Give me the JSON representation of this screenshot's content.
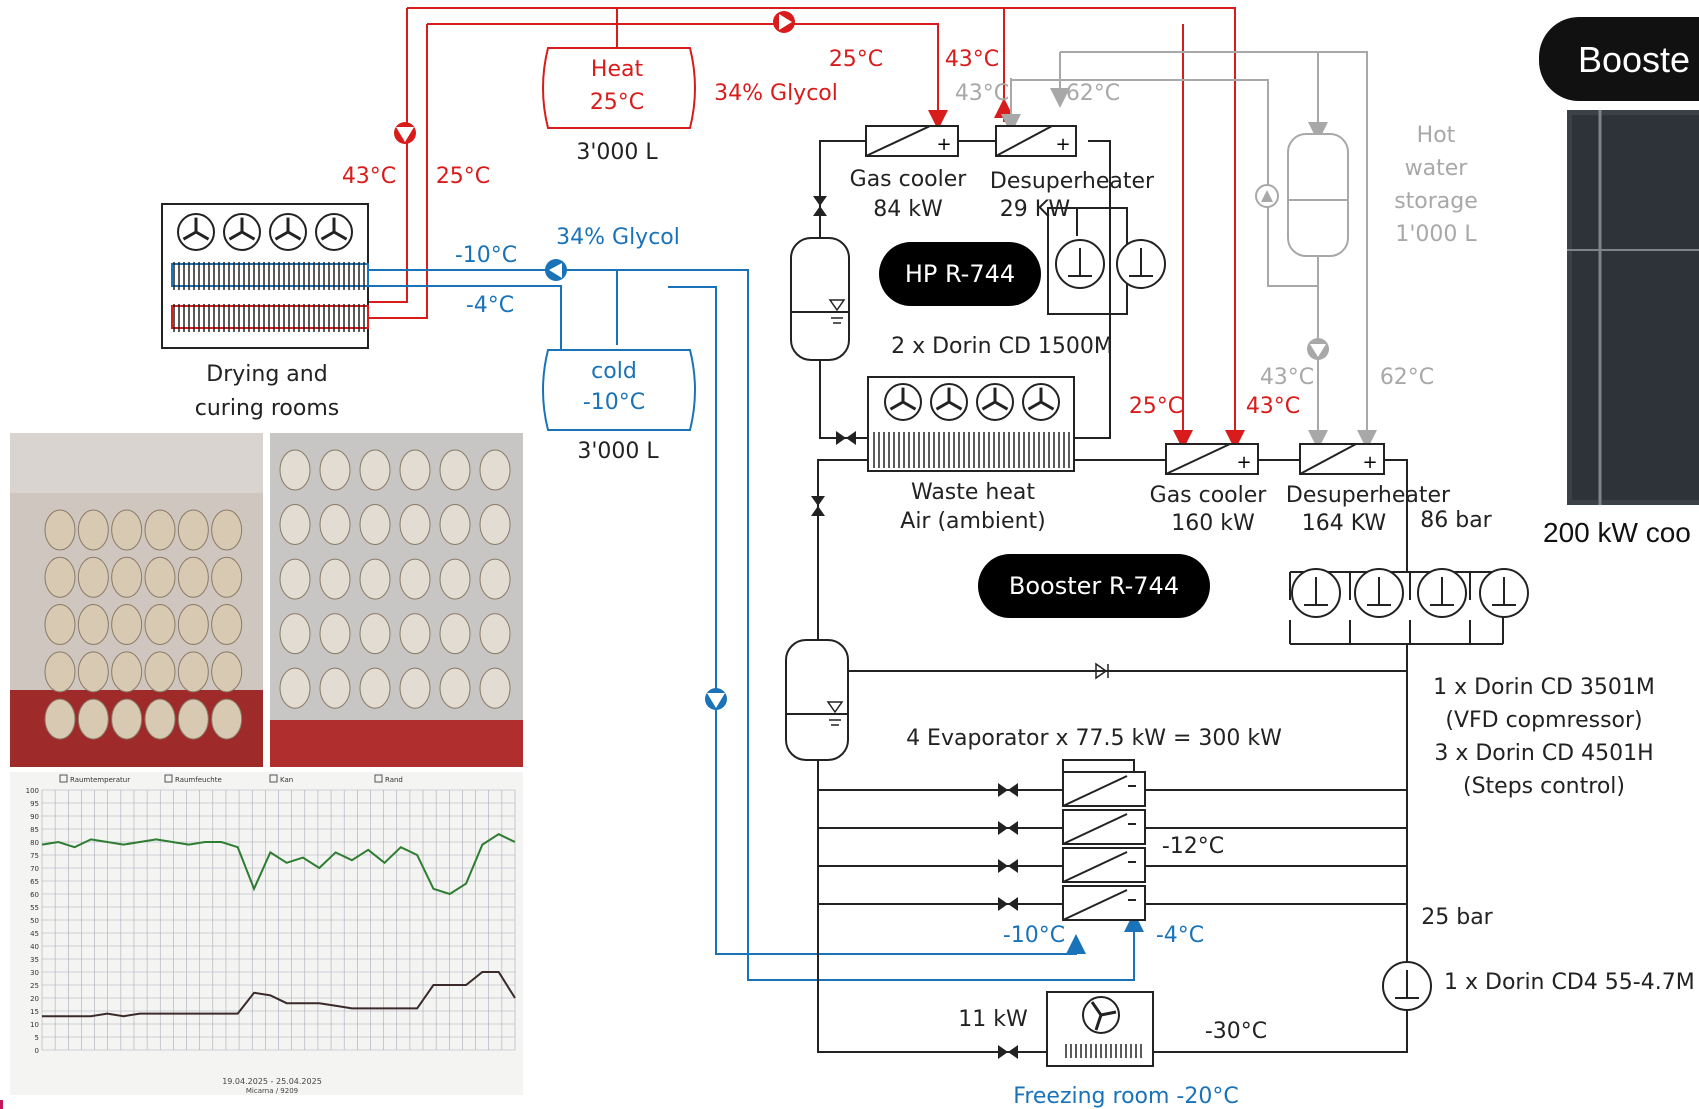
{
  "heat_tank": {
    "title": "Heat",
    "temp": "25°C",
    "volume": "3'000 L"
  },
  "cold_tank": {
    "title": "cold",
    "temp": "-10°C",
    "volume": "3'000 L"
  },
  "red_circuit": {
    "glycol": "34% Glycol",
    "temp_supply": "43°C",
    "temp_return": "25°C",
    "top_return": "25°C",
    "top_supply": "43°C",
    "lower_return": "25°C",
    "lower_supply": "43°C"
  },
  "blue_circuit": {
    "glycol": "34% Glycol",
    "supply": "-10°C",
    "return": "-4°C",
    "evap_supply": "-10°C",
    "evap_return": "-4°C"
  },
  "drying": {
    "line1": "Drying and",
    "line2": "curing rooms"
  },
  "hp": {
    "pill": "HP R-744",
    "compressors": "2 x Dorin CD 1500M",
    "gas_cooler": {
      "name": "Gas cooler",
      "power": "84 kW"
    },
    "desuperheater": {
      "name": "Desuperheater",
      "power": "29 KW"
    },
    "hw_in": "43°C",
    "hw_out": "62°C"
  },
  "hot_water": {
    "line1": "Hot",
    "line2": "water",
    "line3": "storage",
    "line4": "1'000 L",
    "in": "43°C",
    "out": "62°C"
  },
  "waste_heat": {
    "line1": "Waste heat",
    "line2": "Air (ambient)"
  },
  "booster": {
    "pill": "Booster R-744",
    "gas_cooler": {
      "name": "Gas cooler",
      "power": "160 kW"
    },
    "desuperheater": {
      "name": "Desuperheater",
      "power": "164 KW"
    },
    "pressure_high": "86 bar",
    "pressure_low": "25 bar",
    "comp1": "1 x Dorin CD 3501M",
    "comp2": "(VFD copmressor)",
    "comp3": "3 x Dorin CD 4501H",
    "comp4": "(Steps control)",
    "lt_comp": "1 x Dorin CD4 55-4.7M",
    "evaporators": "4 Evaporator x 77.5 kW = 300 kW",
    "evap_temp": "-12°C"
  },
  "freezing": {
    "power": "11 kW",
    "temp": "-30°C",
    "label": "Freezing room -20°C"
  },
  "right_panel": {
    "title": "Booste",
    "caption": "200 kW coo"
  },
  "trend_chart": {
    "legend": [
      "Raumtemperatur",
      "Raumfeuchte",
      "Kan",
      "Rand"
    ],
    "y_ticks": [
      "100",
      "95",
      "90",
      "85",
      "80",
      "75",
      "70",
      "65",
      "60",
      "55",
      "50",
      "45",
      "40",
      "35",
      "30",
      "25",
      "20",
      "15",
      "10",
      "5",
      "0"
    ],
    "date_line1": "19.04.2025 - 25.04.2025",
    "date_line2": "Micarna / 9209"
  },
  "colors": {
    "red": "#d81c1c",
    "blue": "#1a73b8",
    "grey": "#a8a8a8",
    "black": "#000000"
  },
  "chart_data": {
    "type": "line",
    "ylim": [
      0,
      100
    ],
    "series": [
      {
        "name": "Raumfeuchte",
        "values": [
          79,
          80,
          78,
          81,
          80,
          79,
          80,
          81,
          80,
          79,
          80,
          80,
          78,
          62,
          76,
          72,
          74,
          70,
          76,
          73,
          77,
          72,
          78,
          75,
          62,
          60,
          64,
          79,
          83,
          80
        ]
      },
      {
        "name": "Raumtemperatur",
        "values": [
          13,
          13,
          13,
          13,
          14,
          13,
          14,
          14,
          14,
          14,
          14,
          14,
          14,
          22,
          21,
          18,
          18,
          18,
          17,
          16,
          16,
          16,
          16,
          16,
          25,
          25,
          25,
          30,
          30,
          20
        ]
      }
    ]
  }
}
